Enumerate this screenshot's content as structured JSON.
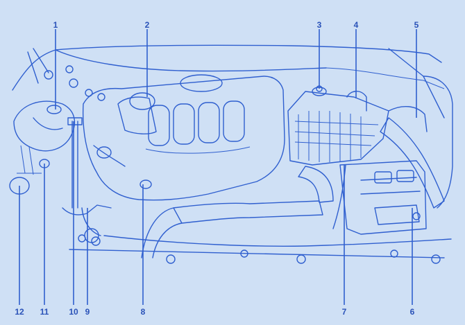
{
  "colors": {
    "background": "#cfe0f5",
    "ink": "#2f5fcf",
    "label": "#2a52b8"
  },
  "callouts_top": [
    {
      "number": "1"
    },
    {
      "number": "2"
    },
    {
      "number": "3"
    },
    {
      "number": "4"
    },
    {
      "number": "5"
    }
  ],
  "callouts_bottom": [
    {
      "number": "12"
    },
    {
      "number": "11"
    },
    {
      "number": "10"
    },
    {
      "number": "9"
    },
    {
      "number": "8"
    },
    {
      "number": "7"
    },
    {
      "number": "6"
    }
  ]
}
